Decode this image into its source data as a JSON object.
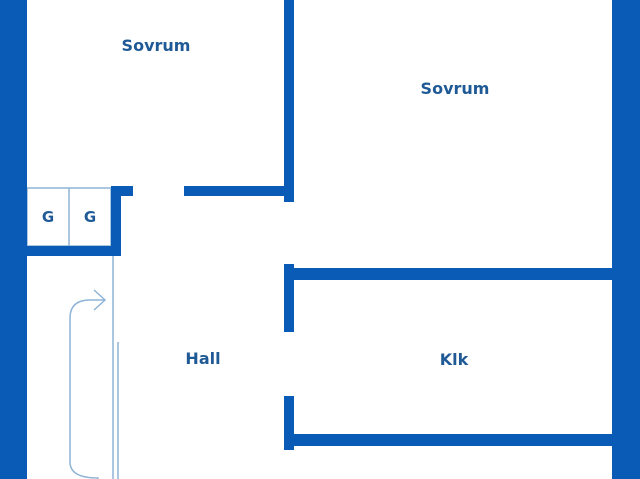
{
  "colors": {
    "wall": "#0a5bb5",
    "thin_line": "#8fb4d6",
    "label": "#1f5a96",
    "background": "#ffffff"
  },
  "rooms": {
    "bedroom_1": "Sovrum",
    "bedroom_2": "Sovrum",
    "hall": "Hall",
    "closet": "Klk"
  },
  "wardrobes": [
    "G",
    "G"
  ],
  "icons": {
    "stair_arrow": "curved-arrow-icon"
  }
}
